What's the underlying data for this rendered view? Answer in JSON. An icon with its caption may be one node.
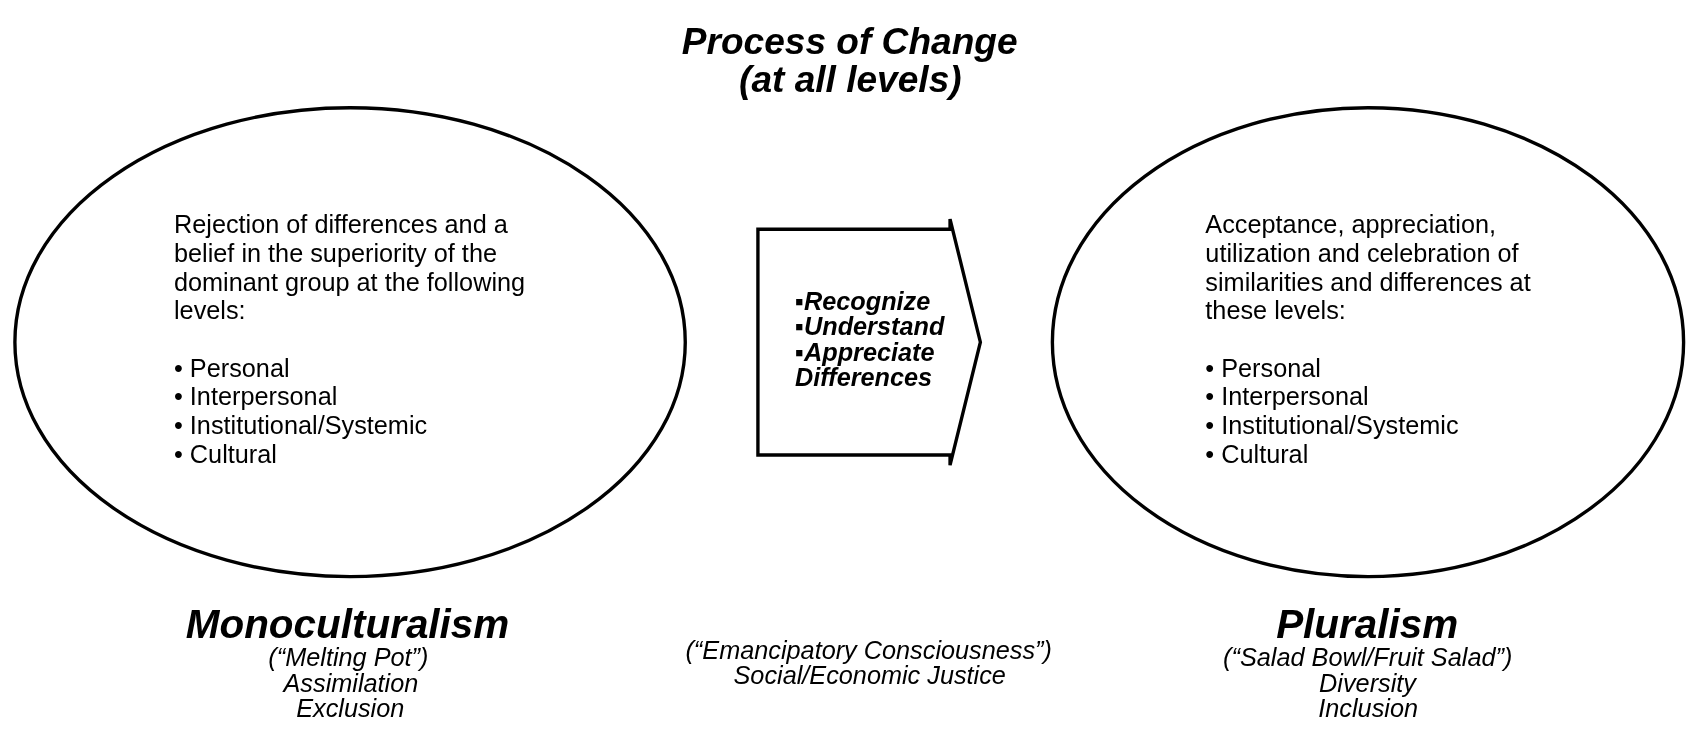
{
  "diagram": {
    "title": "Process of Change (at all levels)",
    "nodes": [
      {
        "text": [
          "Rejection of differences and a belief in the superiority of the dominant group at the following levels:",
          "• Personal",
          "• Interpersonal",
          "• Institutional/Systemic",
          "• Cultural"
        ],
        "beside": [
          "Monoculturalism",
          "(“Melting Pot”)",
          "Assimilation",
          "Exclusion"
        ]
      },
      {
        "text": [
          "▪Recognize",
          "▪Understand",
          "▪Appreciate Differences"
        ],
        "beside": [
          "(“Emancipatory Consciousness”)",
          "Social/Economic Justice"
        ]
      },
      {
        "text": [
          "Acceptance, appreciation, utilization and celebration of similarities and differences at these levels:",
          "• Personal",
          "• Interpersonal",
          "• Institutional/Systemic",
          "• Cultural"
        ],
        "beside": [
          "Pluralism",
          "(“Salad Bowl/Fruit Salad”)",
          "Diversity",
          "Inclusion"
        ]
      }
    ],
    "edges": []
  }
}
